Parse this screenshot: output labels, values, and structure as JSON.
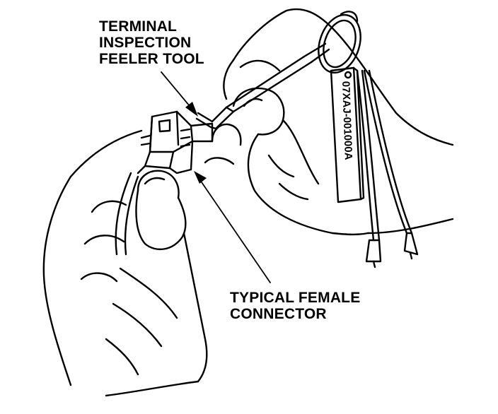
{
  "labels": {
    "tool": [
      "TERMINAL",
      "INSPECTION",
      "FEELER TOOL"
    ],
    "connector": [
      "TYPICAL FEMALE",
      "CONNECTOR"
    ]
  },
  "tag_text": "07XAJ-001000A",
  "colors": {
    "ink": "#000000",
    "paper": "#ffffff"
  }
}
